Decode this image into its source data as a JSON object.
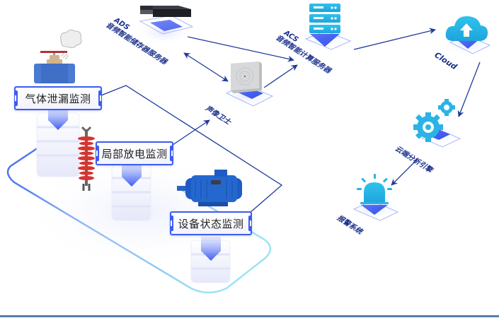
{
  "diagram": {
    "colors": {
      "accent": "#3d5cf0",
      "arrow": "#1f3a9c",
      "label_text": "#1a2f8a",
      "platform_loop_start": "#4a6cf0",
      "platform_loop_end": "#8fdcf5",
      "cloud_icon": "#2ab3e6",
      "bottom_rule": "#5a7fa8"
    },
    "nodes": {
      "ads": {
        "code": "ADS",
        "name": "音频智能储存器服务器",
        "icon": "rack-server-icon"
      },
      "acs": {
        "code": "ACS",
        "name": "音频智能计算服务器",
        "icon": "server-stack-icon"
      },
      "cloud": {
        "name": "Cloud",
        "icon": "cloud-upload-icon"
      },
      "sound_guard": {
        "name": "声像卫士",
        "icon": "acoustic-sensor-icon"
      },
      "analysis_engine": {
        "name": "云端分析引擎",
        "icon": "gears-icon"
      },
      "alarm": {
        "name": "报警系统",
        "icon": "alarm-light-icon"
      }
    },
    "monitors": [
      {
        "label": "气体泄漏监测",
        "icon": "leaking-valve-icon"
      },
      {
        "label": "局部放电监测",
        "icon": "insulator-icon"
      },
      {
        "label": "设备状态监测",
        "icon": "electric-motor-icon"
      }
    ],
    "connections": [
      {
        "from": "局部放电监测",
        "to": "声像卫士",
        "type": "arrow"
      },
      {
        "from": "气体泄漏监测",
        "to": "设备状态监测",
        "type": "line"
      },
      {
        "from": "声像卫士",
        "to": "ADS",
        "type": "bidirectional"
      },
      {
        "from": "ADS",
        "to": "ACS",
        "type": "arrow"
      },
      {
        "from": "声像卫士",
        "to": "ACS",
        "type": "arrow"
      },
      {
        "from": "ACS",
        "to": "Cloud",
        "type": "arrow"
      },
      {
        "from": "Cloud",
        "to": "云端分析引擎",
        "type": "arrow"
      },
      {
        "from": "云端分析引擎",
        "to": "报警系统",
        "type": "arrow"
      }
    ]
  }
}
